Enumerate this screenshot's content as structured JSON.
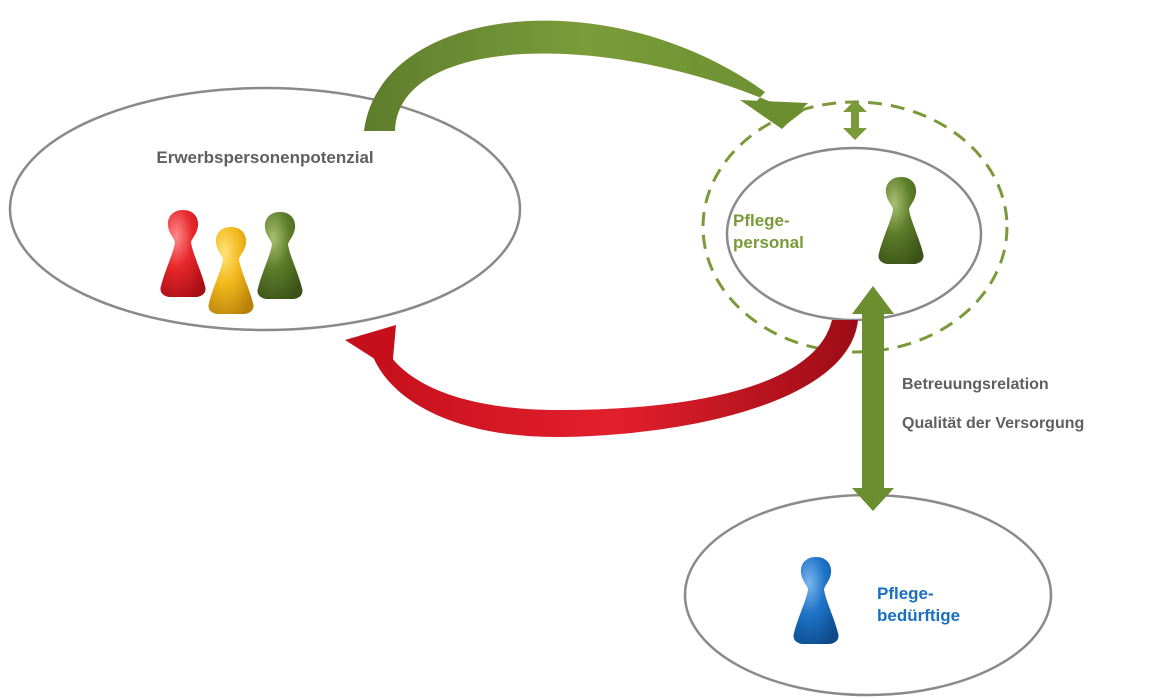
{
  "nodes": {
    "workforce": {
      "label": "Erwerbspersonenpotenzial"
    },
    "staff": {
      "label_line1": "Pflege-",
      "label_line2": "personal"
    },
    "patients": {
      "label_line1": "Pflege-",
      "label_line2": "bedürftige"
    }
  },
  "relations": {
    "line1": "Betreuungsrelation",
    "line2": "Qualität der Versorgung"
  },
  "colors": {
    "green": "#6b8e2f",
    "dark_green": "#5a7a2a",
    "red": "#d01020",
    "yellow": "#f2b81c",
    "blue": "#1a6fc1",
    "gray_text": "#5f5f5f",
    "ellipse_stroke": "#8a8a8a"
  },
  "icons": [
    "pawn-red-icon",
    "pawn-yellow-icon",
    "pawn-green-icon",
    "pawn-blue-icon"
  ]
}
